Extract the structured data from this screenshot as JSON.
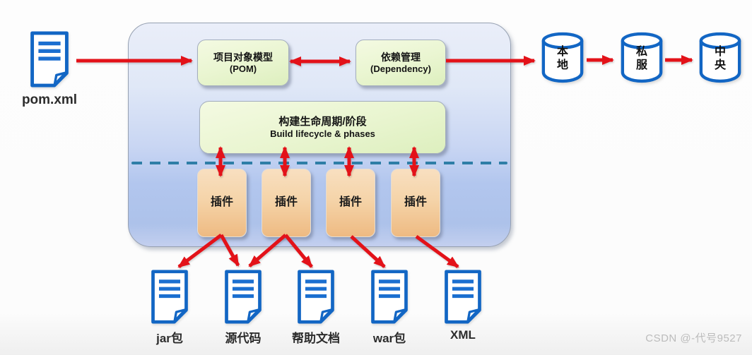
{
  "watermark": "CSDN @-代号9527",
  "pom_file": {
    "label": "pom.xml"
  },
  "core": {
    "pom_box": {
      "title": "项目对象模型",
      "subtitle": "(POM)"
    },
    "dependency_box": {
      "title": "依赖管理",
      "subtitle": "(Dependency)"
    },
    "lifecycle_box": {
      "title": "构建生命周期/阶段",
      "subtitle": "Build lifecycle & phases"
    },
    "plugins": [
      {
        "label": "插件"
      },
      {
        "label": "插件"
      },
      {
        "label": "插件"
      },
      {
        "label": "插件"
      }
    ]
  },
  "repositories": [
    {
      "label": "本地"
    },
    {
      "label": "私服"
    },
    {
      "label": "中央"
    }
  ],
  "outputs": [
    {
      "label": "jar包"
    },
    {
      "label": "源代码"
    },
    {
      "label": "帮助文档"
    },
    {
      "label": "war包"
    },
    {
      "label": "XML"
    }
  ],
  "colors": {
    "arrow_red": "#e31219",
    "dashed_line_teal": "#2e7ea7",
    "icon_blue": "#1266c4",
    "container_top": "#eaeef9",
    "container_bottom": "#adc2ea",
    "green_box": "#e9f5d0",
    "plugin_top": "#f8dfc0",
    "plugin_bottom": "#eeba82"
  }
}
